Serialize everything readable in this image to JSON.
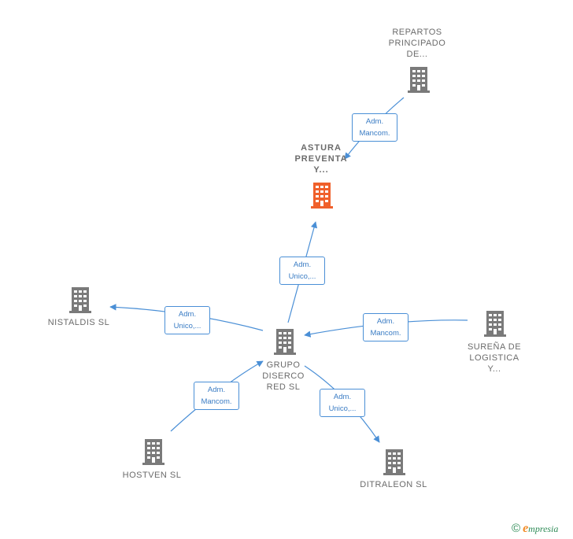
{
  "nodes": {
    "repartos": {
      "label": "REPARTOS\nPRINCIPADO\nDE..."
    },
    "astura": {
      "label": "ASTURA\nPREVENTA\nY..."
    },
    "nistaldis": {
      "label": "NISTALDIS  SL"
    },
    "grupo": {
      "label": "GRUPO\nDISERCO\nRED  SL"
    },
    "surena": {
      "label": "SUREÑA DE\nLOGISTICA\nY..."
    },
    "hostven": {
      "label": "HOSTVEN SL"
    },
    "ditraleon": {
      "label": "DITRALEON  SL"
    }
  },
  "edges": {
    "repartos_astura": {
      "line1": "Adm.",
      "line2": "Mancom."
    },
    "grupo_astura": {
      "line1": "Adm.",
      "line2": "Unico,..."
    },
    "grupo_nistaldis": {
      "line1": "Adm.",
      "line2": "Unico,..."
    },
    "surena_grupo": {
      "line1": "Adm.",
      "line2": "Mancom."
    },
    "hostven_grupo": {
      "line1": "Adm.",
      "line2": "Mancom."
    },
    "grupo_ditraleon": {
      "line1": "Adm.",
      "line2": "Unico,..."
    }
  },
  "colors": {
    "node": "#7a7a7a",
    "focus": "#f0602b",
    "edge": "#4a8fd6"
  },
  "footer": {
    "copyright": "©",
    "brand_first": "e",
    "brand_rest": "mpresia"
  }
}
